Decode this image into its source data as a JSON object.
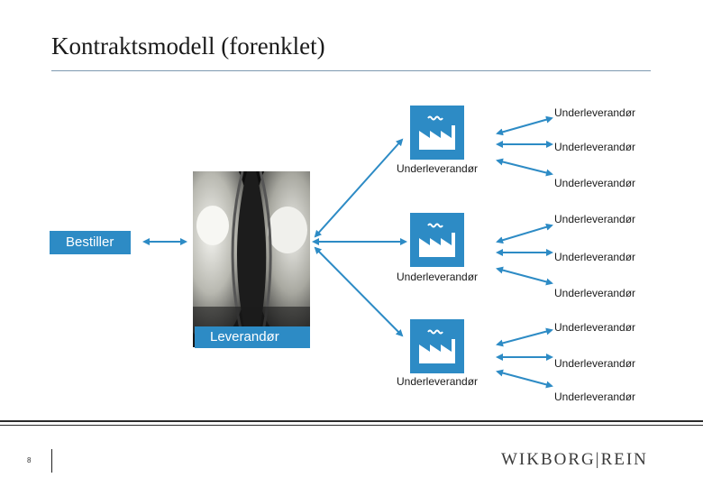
{
  "title": "Kontraktsmodell (forenklet)",
  "bestiller_label": "Bestiller",
  "leverandor_label": "Leverandør",
  "mid_sub_labels": [
    "Underleverandør",
    "Underleverandør",
    "Underleverandør"
  ],
  "right_sub_labels": [
    "Underleverandør",
    "Underleverandør",
    "Underleverandør",
    "Underleverandør",
    "Underleverandør",
    "Underleverandør",
    "Underleverandør",
    "Underleverandør",
    "Underleverandør"
  ],
  "page_number": "8",
  "logo_text": "WIKBORG|REIN",
  "colors": {
    "accent": "#2d8bc5",
    "arrow": "#2d8bc5",
    "rule": "#7f9ab0"
  },
  "icons": [
    "factory-icon",
    "factory-icon",
    "factory-icon"
  ]
}
